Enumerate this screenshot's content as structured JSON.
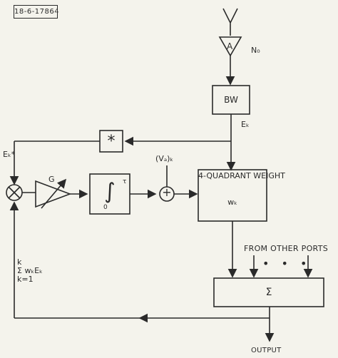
{
  "figure": {
    "id_label": "18-6-17864"
  },
  "labels": {
    "amp": "A",
    "noise": "N₀",
    "bw": "BW",
    "ek": "Eₖ",
    "conj": "*",
    "ek_star": "Eₖ*",
    "gain": "G",
    "integral": "∫",
    "integral_lower": "0",
    "integral_upper": "τ",
    "va": "(Vₐ)ₖ",
    "plus": "+",
    "weight": "4-QUADRANT WEIGHT",
    "wk": "wₖ",
    "from_other_ports": "FROM OTHER PORTS",
    "dots": "• • •",
    "sigma": "Σ",
    "sum_formula": "k\nΣ wₖEₖ\nk=1",
    "output": "OUTPUT"
  },
  "colors": {
    "ink": "#2a2a2a",
    "paper": "#f4f3ec"
  }
}
